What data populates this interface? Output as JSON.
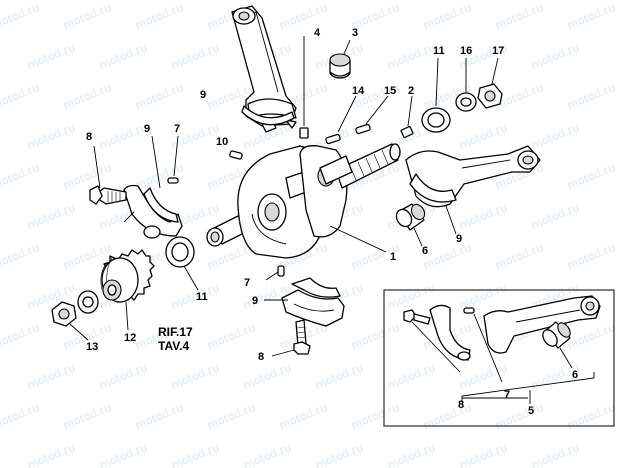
{
  "callouts": {
    "c1": "1",
    "c2": "2",
    "c3": "3",
    "c4": "4",
    "c5": "5",
    "c6a": "6",
    "c6b": "6",
    "c7a": "7",
    "c7b": "7",
    "c7c": "7",
    "c8a": "8",
    "c8b": "8",
    "c8c": "8",
    "c9a": "9",
    "c9b": "9",
    "c9c": "9",
    "c9d": "9",
    "c10": "10",
    "c11a": "11",
    "c11b": "11",
    "c12": "12",
    "c13": "13",
    "c14": "14",
    "c15": "15",
    "c16": "16",
    "c17": "17"
  },
  "reference": {
    "line1": "RIF.17",
    "line2": "TAV.4"
  },
  "watermark_text": "motod.ru",
  "colors": {
    "ink": "#000000",
    "shade": "#d9d9d9",
    "watermark": "#b8d7f0"
  }
}
